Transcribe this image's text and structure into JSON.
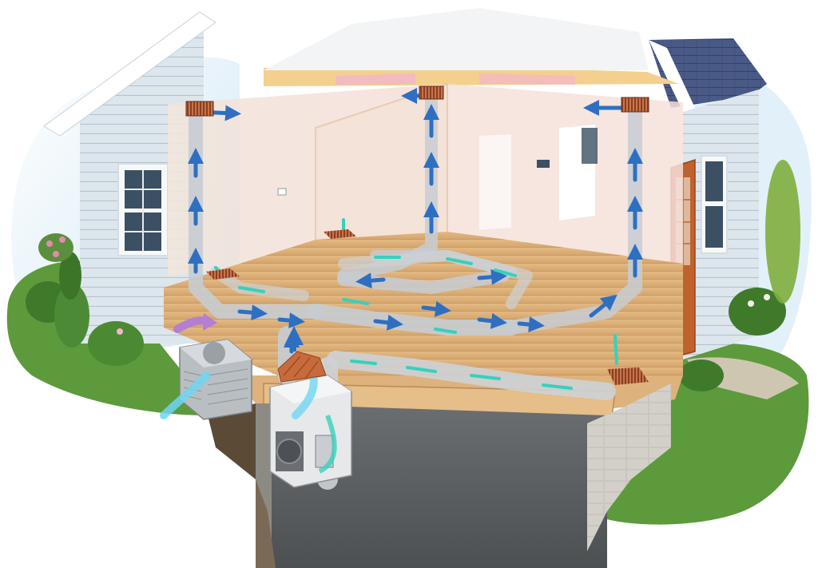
{
  "colors": {
    "background": "#ffffff",
    "siding": "#dde6ec",
    "siding_line": "#b4c3cd",
    "trim": "#ffffff",
    "roof": "#4a5a86",
    "floor": "#deb27c",
    "floor_edge": "#b98a55",
    "duct": "#c7ccd2",
    "supply_air": "#2e6fc2",
    "return_air": "#36d1bd",
    "intake_air": "#b27fd3",
    "grass": "#5c9a3b",
    "basement_floor": "#56595c",
    "foundation": "#c4c1bb",
    "register": "#b5603a",
    "door": "#c0622b"
  },
  "icons": {
    "arrow": "triangle-arrow-icon",
    "fan": "blower-fan-icon",
    "thermostat": "thermostat-icon"
  },
  "components": [
    "outdoor-condenser-unit",
    "indoor-furnace",
    "evaporator-coil",
    "supply-ductwork",
    "return-ductwork",
    "floor-registers",
    "wall-registers",
    "thermostats"
  ]
}
